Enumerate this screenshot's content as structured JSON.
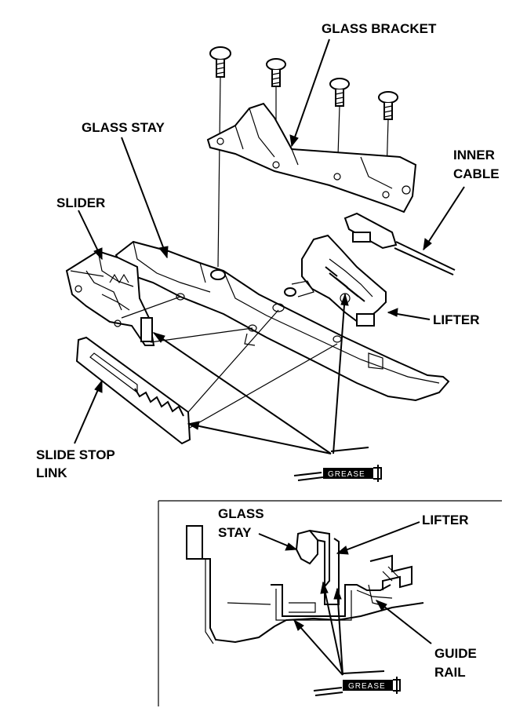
{
  "labels": {
    "glass_bracket": "GLASS BRACKET",
    "glass_stay": "GLASS STAY",
    "inner_cable_1": "INNER",
    "inner_cable_2": "CABLE",
    "slider": "SLIDER",
    "lifter": "LIFTER",
    "slide_stop_link_1": "SLIDE STOP",
    "slide_stop_link_2": "LINK",
    "grease_top": "GREASE",
    "inset_glass_stay_1": "GLASS",
    "inset_glass_stay_2": "STAY",
    "inset_lifter": "LIFTER",
    "inset_guide_rail_1": "GUIDE",
    "inset_guide_rail_2": "RAIL",
    "grease_bottom": "GREASE"
  }
}
